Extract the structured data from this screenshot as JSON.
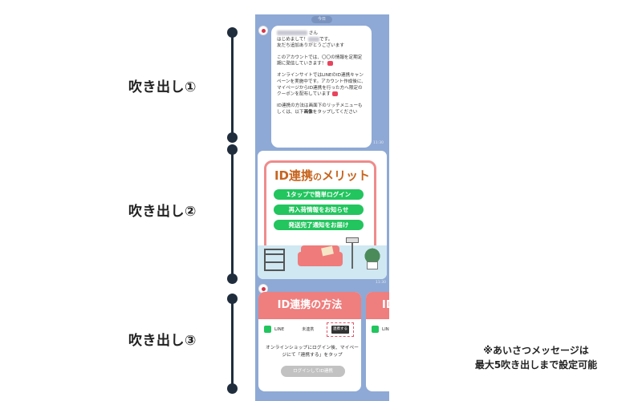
{
  "labels": [
    "吹き出し①",
    "吹き出し②",
    "吹き出し③"
  ],
  "chat": {
    "date_chip": "今日",
    "bubble1": {
      "name_suffix": "さん",
      "greeting": "はじめまして！",
      "greeting_end": "です。",
      "thanks": "友だち追加ありがとうございます",
      "para2": "このアカウントでは、〇〇の情報を定期定期に発信していきます！",
      "para3": "オンラインサイトではLINEのID連携キャンペーンを実施中です。アカウント作成後に、マイページからID連携を行った方へ限定のクーポンを配布しています",
      "para4a": "ID連携の方法は画面下のリッチメニューもしくは、以下",
      "para4b": "画像",
      "para4c": "をタップしてください",
      "time": "11:30"
    },
    "card2": {
      "title_id": "ID連携",
      "title_no": "の",
      "title_merit": "メリット",
      "pills": [
        "1タップで簡単ログイン",
        "再入荷情報をお知らせ",
        "発送完了通知をお届け"
      ],
      "time": "11:30"
    },
    "card3": {
      "header": "ID連携の方法",
      "header2": "ID",
      "line": "LINE",
      "status": "未連携",
      "link_button": "連携する",
      "instruction": "オンラインショップにログイン後、マイページにて「連携する」をタップ",
      "login_button": "ログインしてID連携"
    }
  },
  "note": {
    "line1": "※あいさつメッセージは",
    "line2": "最大5吹き出しまで設定可能"
  },
  "colors": {
    "navy": "#1f2d3d",
    "chat_bg": "#8ea9d5",
    "pink": "#ef7e7e",
    "green": "#22c55e",
    "orange": "#c7651f"
  }
}
